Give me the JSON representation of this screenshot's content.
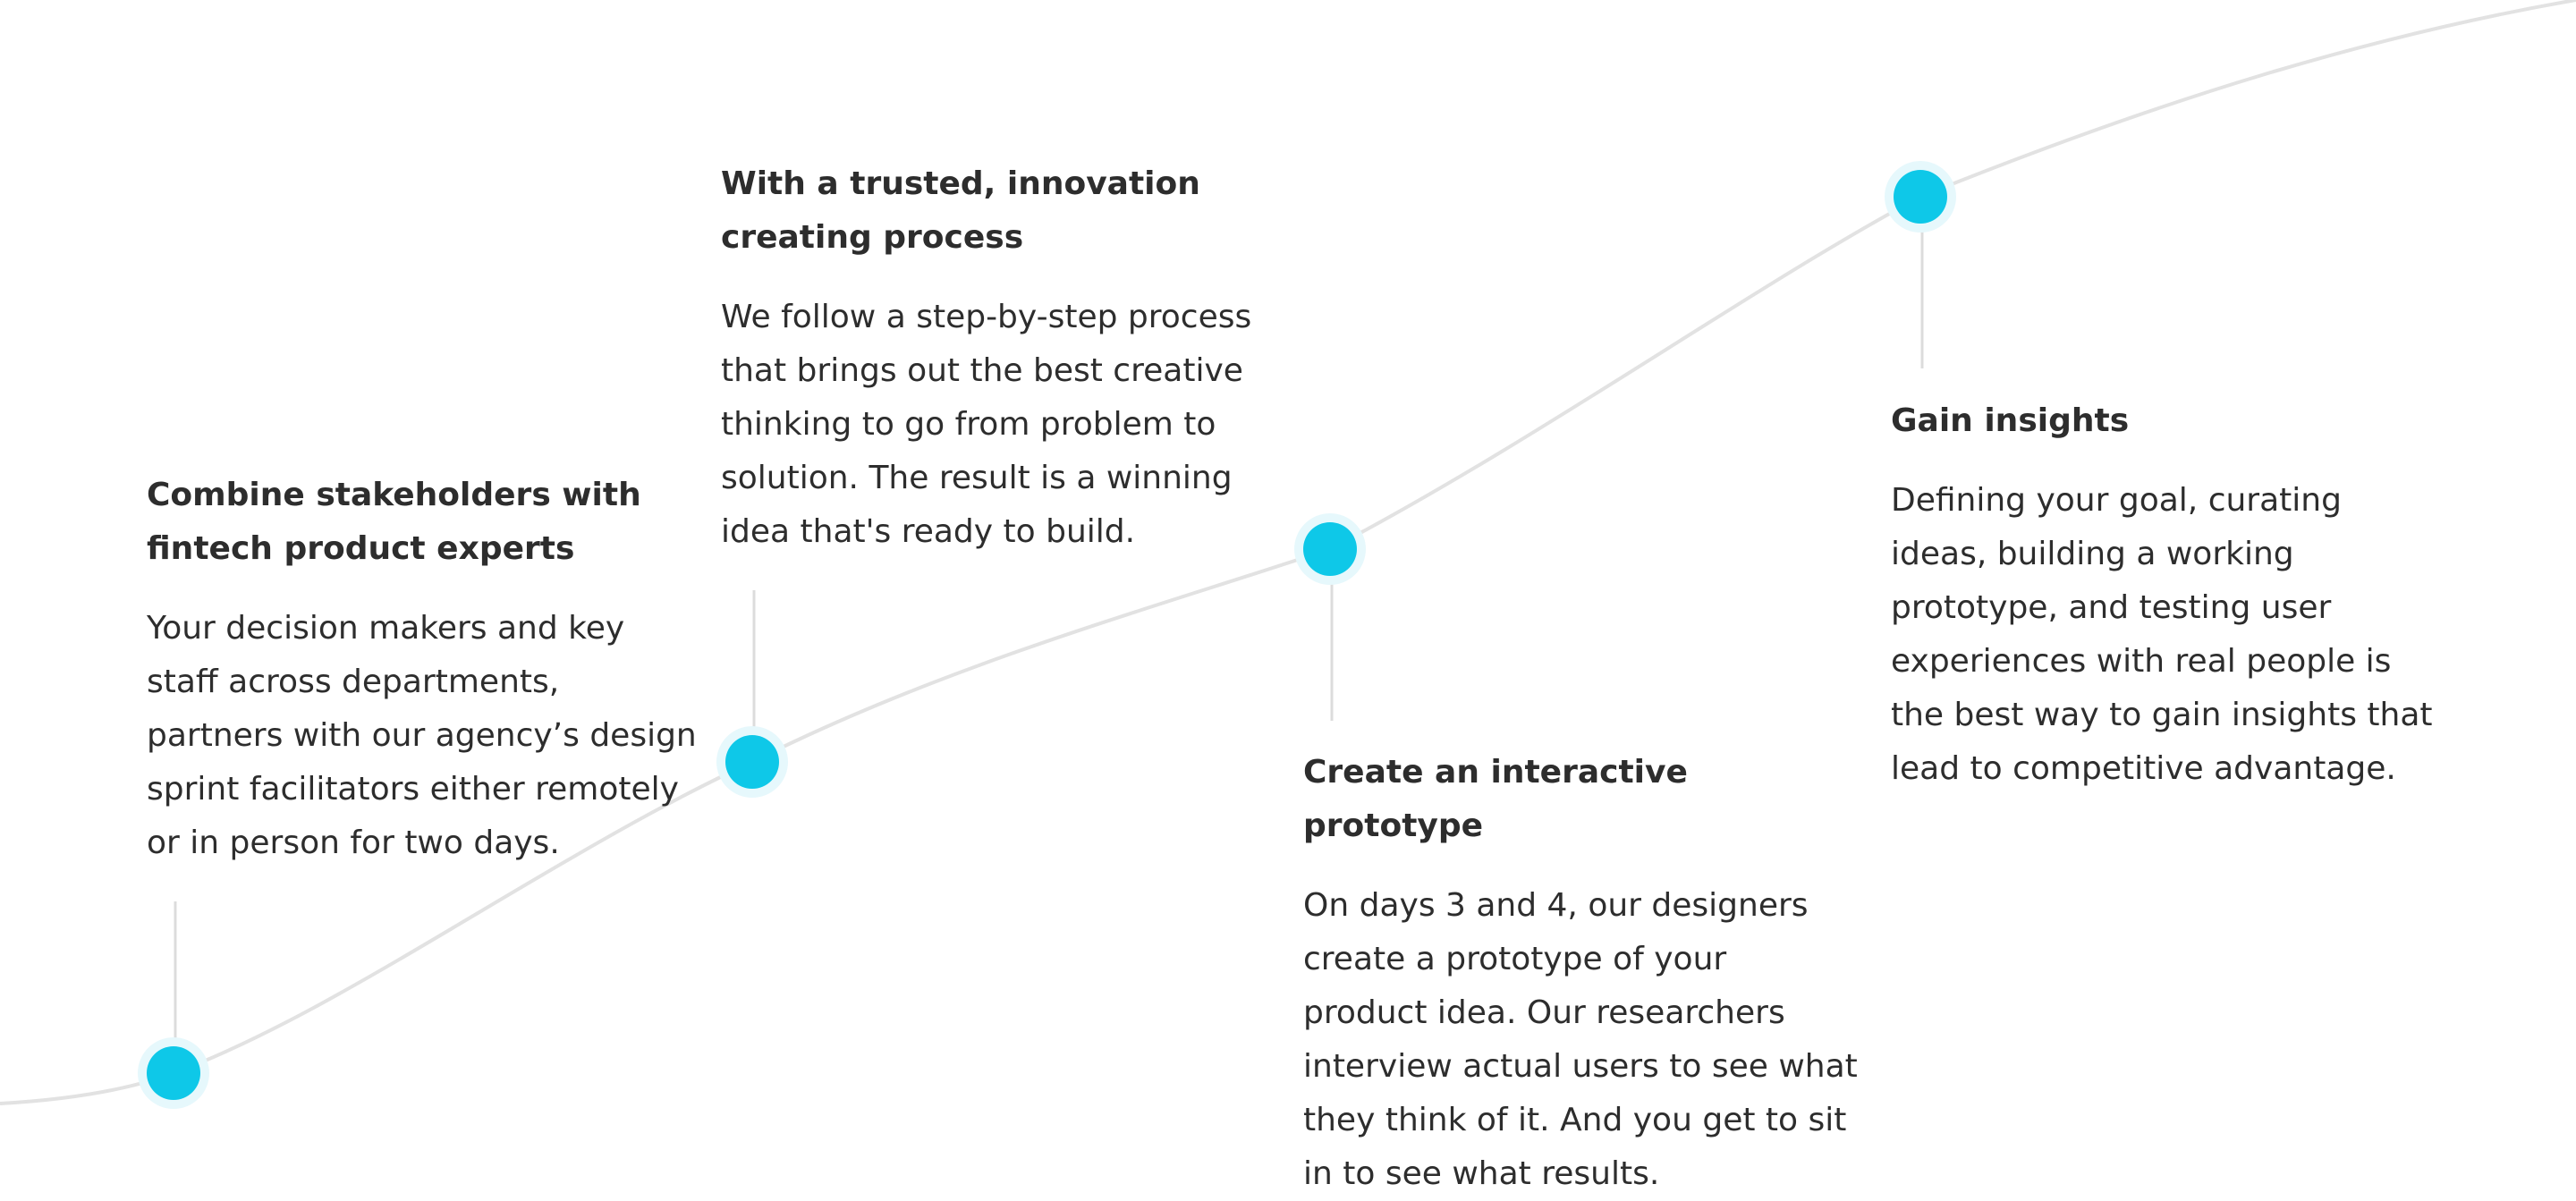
{
  "steps": [
    {
      "title": "Combine stakeholders with fintech product experts",
      "body": "Your decision makers and key staff across departments, partners with our agency’s design sprint facilitators either remotely or in person for two days."
    },
    {
      "title": "With a trusted, innovation creating process",
      "body": "We follow a step-by-step process that brings out the best creative thinking to go from problem to solution. The result is a winning idea that's ready to build."
    },
    {
      "title": "Create an interactive prototype",
      "body": "On days 3 and 4, our designers create a prototype of your product idea. Our researchers interview actual users to see what they think of it. And you get to sit in to see what results."
    },
    {
      "title": "Gain insights",
      "body": "Defining your goal, curating ideas, building a working prototype, and testing user experiences with real people is the best way to gain insights that lead to competitive advantage."
    }
  ],
  "colors": {
    "node": "#0ec8e8",
    "node_halo": "#e6f8fc",
    "curve": "#e2e2e2",
    "stem": "#dcdcdc",
    "text": "#2d2d2d"
  }
}
